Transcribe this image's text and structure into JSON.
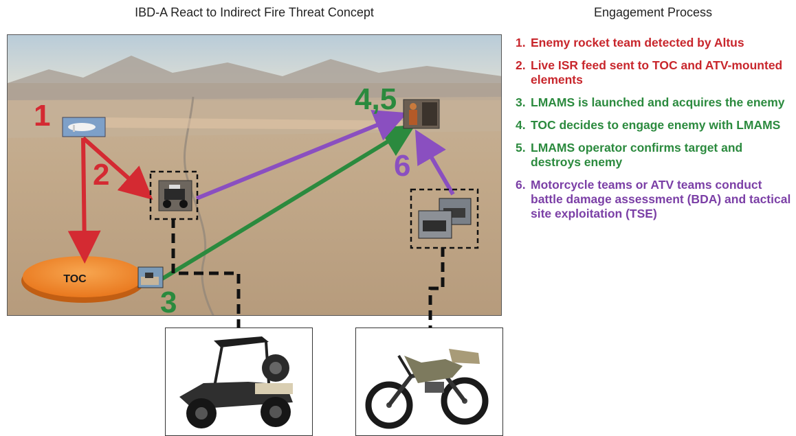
{
  "header": {
    "diagram_title": "IBD-A React to Indirect Fire Threat Concept",
    "process_title": "Engagement Process"
  },
  "map": {
    "toc_label": "TOC",
    "markers": {
      "m1": "1",
      "m2": "2",
      "m3": "3",
      "m45": "4,5",
      "m6": "6"
    }
  },
  "steps": [
    {
      "num": "1.",
      "text": "Enemy rocket team detected by Altus",
      "color": "#c8262c"
    },
    {
      "num": "2.",
      "text": "Live ISR feed sent to TOC and ATV-mounted elements",
      "color": "#c8262c"
    },
    {
      "num": "3.",
      "text": "LMAMS is launched and acquires the enemy",
      "color": "#2b8a3e"
    },
    {
      "num": "4.",
      "text": "TOC decides to engage enemy with LMAMS",
      "color": "#2b8a3e"
    },
    {
      "num": "5.",
      "text": "LMAMS operator confirms target and destroys enemy",
      "color": "#2b8a3e"
    },
    {
      "num": "6.",
      "text": "Motorcycle teams or ATV teams conduct battle damage assessment (BDA) and tactical site exploitation (TSE)",
      "color": "#7b3fa6"
    }
  ],
  "colors": {
    "red": "#d42a32",
    "green": "#2b8a3e",
    "purple": "#8a4fc0",
    "toc": "#f08a2c"
  },
  "icons": [
    "altus-uav-icon",
    "atv-thumbnail-icon",
    "toc-lmams-thumbnail-icon",
    "enemy-rocket-team-icon",
    "motorcycle-atv-thumbnail-icon",
    "atv-photo",
    "motorcycle-photo"
  ]
}
